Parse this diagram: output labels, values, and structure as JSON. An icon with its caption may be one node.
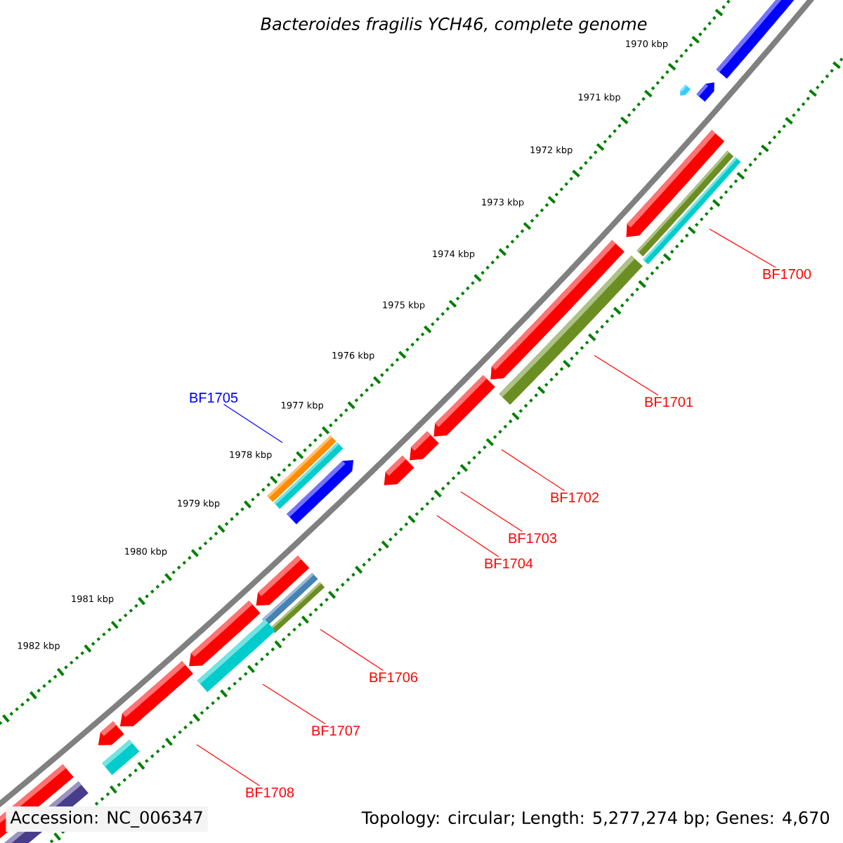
{
  "diagram": {
    "title": "Bacteroides fragilis YCH46, complete genome",
    "nodes": [
      {
        "text": [
          "BF1700"
        ]
      },
      {
        "text": [
          "BF1701"
        ]
      },
      {
        "text": [
          "BF1702"
        ]
      },
      {
        "text": [
          "BF1703"
        ]
      },
      {
        "text": [
          "BF1704"
        ]
      },
      {
        "text": [
          "BF1705"
        ]
      },
      {
        "text": [
          "BF1706"
        ]
      },
      {
        "text": [
          "BF1707"
        ]
      },
      {
        "text": [
          "BF1708"
        ]
      }
    ],
    "edges": [
      {
        "from": 0,
        "to": null,
        "arrow": "none"
      },
      {
        "from": 1,
        "to": null,
        "arrow": "none"
      },
      {
        "from": 2,
        "to": null,
        "arrow": "none"
      },
      {
        "from": 3,
        "to": null,
        "arrow": "none"
      },
      {
        "from": 4,
        "to": null,
        "arrow": "none"
      },
      {
        "from": 5,
        "to": null,
        "arrow": "none",
        "color": "#0000ff"
      },
      {
        "from": 6,
        "to": null,
        "arrow": "none"
      },
      {
        "from": 7,
        "to": null,
        "arrow": "none"
      },
      {
        "from": 8,
        "to": null,
        "arrow": "none"
      }
    ],
    "labels": [
      "1970 kbp",
      "1971 kbp",
      "1972 kbp",
      "1973 kbp",
      "1974 kbp",
      "1975 kbp",
      "1976 kbp",
      "1977 kbp",
      "1978 kbp",
      "1979 kbp",
      "1980 kbp",
      "1981 kbp",
      "1982 kbp",
      "Accession: NC_006347",
      "Topology: circular; Length: 5,277,274 bp; Genes: 4,670"
    ]
  }
}
